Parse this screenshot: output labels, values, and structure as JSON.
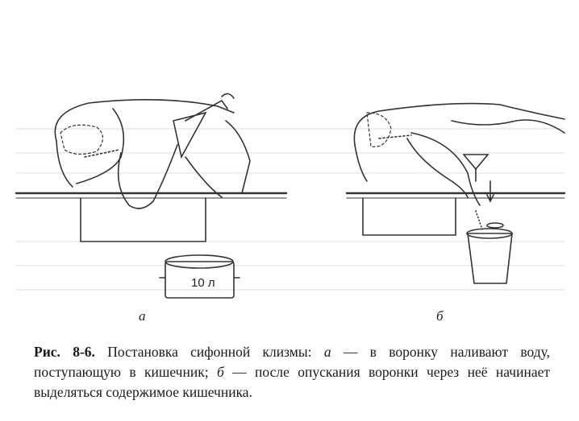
{
  "figure": {
    "panel_a_label": "а",
    "panel_b_label": "б",
    "bucket_label": "10 л"
  },
  "caption": {
    "number": "Рис. 8-6.",
    "text_1": " Постановка сифонной клизмы: ",
    "a": "а",
    "text_2": " — в воронку наливают воду, поступающую в кишечник; ",
    "b": "б",
    "text_3": " — после опускания воронки через неё начинает выделяться содержимое кишечника."
  }
}
